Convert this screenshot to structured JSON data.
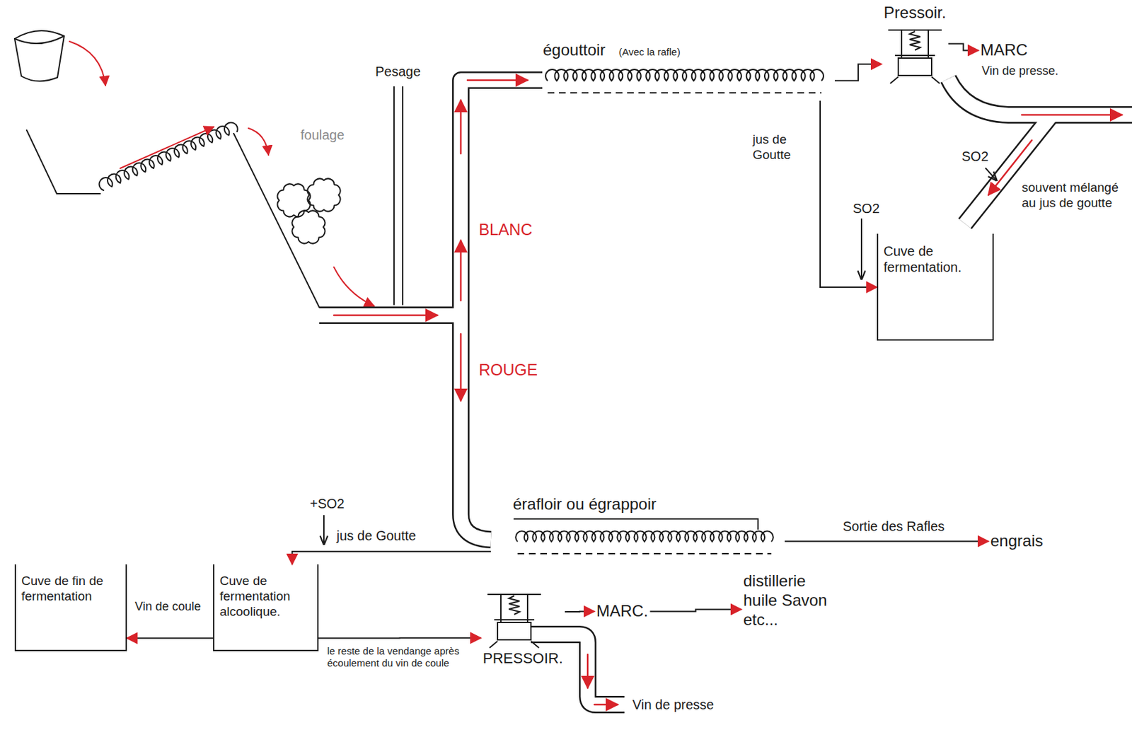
{
  "diagram": {
    "nodes": [
      {
        "text": [
          "égouttoir",
          "(Avec la rafle)"
        ]
      },
      {
        "text": [
          "Pressoir."
        ]
      },
      {
        "text": [
          "MARC"
        ]
      },
      {
        "text": [
          "Cuve de fermentation."
        ]
      },
      {
        "text": [
          "érafloir ou égrappoir"
        ]
      },
      {
        "text": [
          "engrais"
        ]
      },
      {
        "text": [
          "Cuve de fermentation alcoolique."
        ]
      },
      {
        "text": [
          "Cuve de fin de fermentation"
        ]
      },
      {
        "text": [
          "PRESSOIR."
        ]
      },
      {
        "text": [
          "MARC."
        ]
      },
      {
        "text": [
          "distillerie huile Savon etc..."
        ]
      }
    ],
    "edges": [
      {
        "from": 0,
        "to": 1,
        "arrow": "to"
      },
      {
        "from": 0,
        "to": 3,
        "label": "jus de Goutte",
        "arrow": "to"
      },
      {
        "from": 1,
        "to": 2,
        "arrow": "to"
      },
      {
        "from": 4,
        "to": 5,
        "label": "Sortie des Rafles",
        "arrow": "to"
      },
      {
        "from": 4,
        "to": 6,
        "label": "jus de Goutte",
        "arrow": "to"
      },
      {
        "from": 6,
        "to": 7,
        "label": "Vin de coule",
        "arrow": "to"
      },
      {
        "from": 6,
        "to": 8,
        "label": "le reste de la vendange après écoulement du vin de coule",
        "arrow": "to"
      },
      {
        "from": 8,
        "to": 9,
        "arrow": "to"
      },
      {
        "from": 9,
        "to": 10,
        "arrow": "to"
      }
    ],
    "labels": [
      "Pesage",
      "foulage",
      "BLANC",
      "ROUGE",
      "Vin de presse.",
      "SO2",
      "SO2",
      "souvent mélangé au jus de goutte",
      "+SO2",
      "Vin de presse"
    ]
  }
}
